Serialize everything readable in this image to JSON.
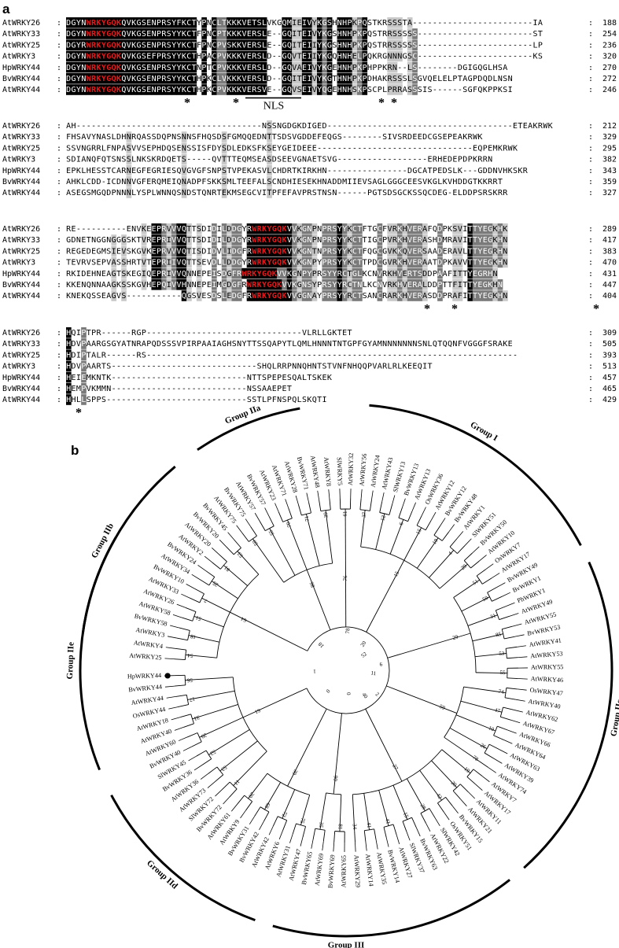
{
  "panel_a": {
    "label": "a",
    "residue_colors": {
      "strong": "#000000",
      "medium": "#7a7a7a",
      "light": "#c8c8c8",
      "motif": "#e5191b",
      "text": "#000000",
      "text_inverse": "#ffffff"
    },
    "blocks": [
      {
        "rows": [
          {
            "name": "AtWRKY26",
            "seq": "DGYNWRKYGQKQVKGSENPRSYFKCTYPNCLTKKKVETSLVKGQMIEIVYKGSHNHPKPQSTKRSSSTA------------------------IA",
            "end": "188"
          },
          {
            "name": "AtWRKY33",
            "seq": "DGYNWRKYGQKQVKGSENPRSYYKCTFPNCPTKKKVERSLE--GQITEIVYKGSHNHPKPQSTRRSSSSS-----------------------ST",
            "end": "254"
          },
          {
            "name": "AtWRKY25",
            "seq": "DGYRWRKYGQKQVKGSENPRSYYKCTFPNCPVSKKVERSLE--GQITEIIYKGSHNHPKPQSTRRSSSSS-----------------------LP",
            "end": "236"
          },
          {
            "name": "AtWRKY3",
            "seq": "DGYNWRKYGQKQVKGSEFPRSYYKCTHPACPVKKKVERSLD--GQVTEIIYKGQHNHELPQKRGNNNGSC-----------------------KS",
            "end": "320"
          },
          {
            "name": "HpWRKY44",
            "seq": "DGYNWRKYGQKQVKGSENPRSYYKCTNPTCPVKKKVERSLD--GQVAEIVYKGEHNHPKPHPPKRN--LS--------DGIGQGLHSA",
            "end": "270"
          },
          {
            "name": "BvWRKY44",
            "seq": "DGYNWRKYGQKQVKGSENPRSYYKCTHPKCLVKKKVERSLD--GQITEIVYKGTHNHPKPDHAKRSSSLSGVQELELPTAGPDQDLNSN",
            "end": "272"
          },
          {
            "name": "AtWRKY44",
            "seq": "DGYNWRKYGQKQVKGSENPRSYYKCTHPKCPVKKKVERSVE--GQVSEIVYQGEHNHSKPSCPLPRRASSSIS------SGFQKPPKSI",
            "end": "246"
          }
        ],
        "annotations": {
          "stars": [
            "*",
            "*",
            "*",
            "*"
          ],
          "nls": "NLS"
        }
      },
      {
        "rows": [
          {
            "name": "AtWRKY26",
            "seq": "AH-------------------------------------NSSNGDGKDIGED-------------------------------------ETEAKRWK",
            "end": "212"
          },
          {
            "name": "AtWRKY33",
            "seq": "FHSAVYNASLDHNRQASSDQPNSNNSFHQSDSFGMQQEDNTTSDSVGDDEFEQGS--------SIVSRDEEDCGSEPEAKRWK",
            "end": "329"
          },
          {
            "name": "AtWRKY25",
            "seq": "SSVNGRRLFNPASVVSEPHDQSENSSISFDYSDLEDKSFKSEYGEIDEEE-------------------------------EQPEMKRWK",
            "end": "295"
          },
          {
            "name": "AtWRKY3",
            "seq": "SDIANQFQTSNSSLNKSKRDQETS-----QVTTTEQMSEASDSEEVGNAETSVG------------------ERHEDEPDPKRRN",
            "end": "382"
          },
          {
            "name": "HpWRKY44",
            "seq": "EPKLHESSTCARNEGFEGRIESQVGVGFSNPSTVPEKASVLCHDRTKIRKHN----------------DGCATPEDSLK---GDDNVHKSKR",
            "end": "343"
          },
          {
            "name": "BvWRKY44",
            "seq": "AHKLCDD-ICDNNVGFERQMEIQNADPFSKKSMLTEEFALSCNDHIESEKHNADDMIIEVSAGLGGGCEESVKGLKVHDDGTKKRRT",
            "end": "359"
          },
          {
            "name": "AtWRKY44",
            "seq": "ASEGSMGQDPNNNLYSPLWNNQSNDSTQNRTEKMSEGCVITPFEFAVPRSTNSN------PGTSDSGCKSSQCDEG-ELDDPSRSKRR",
            "end": "327"
          }
        ]
      },
      {
        "rows": [
          {
            "name": "AtWRKY26",
            "seq": "RE----------ENVKEEPRVVVQTTSDIDILDDGYRWRKYGQKVVKGNPNPRSYYKCTFTGCFVRKHVERAFQDPKSVITTYEGKHK",
            "end": "289"
          },
          {
            "name": "AtWRKY33",
            "seq": "GDNETNGGNGGGSKTVREPRIVVQTTSDIDILDDGYRWRKYGQKVVKGNPNPRSYYKCTTIGCPVRKHVERASHDMRAVITTYEGKHN",
            "end": "417"
          },
          {
            "name": "AtWRKY25",
            "seq": "REGEDEGMSIEVSKGVKEPRVVVQTISDIDVLIDGFRWRKYGQKVVKGNTNPRSYYKCTFQGCGVKKQVERSAADERAVLTTYEGRHN",
            "end": "383"
          },
          {
            "name": "AtWRKY3",
            "seq": "TEVRVSEPVASSHRTVTEPRIIVQTTSEVDLLDDGYRWRKYGQKVVKGNPYPRSYYKCTTPDCGVRKHVERAATDPKAVVTTYEGKHN",
            "end": "470"
          },
          {
            "name": "HpWRKY44",
            "seq": "RKIDEHNEAGTSKEGIQEPRIVVQNNEPEISDGFRWRKYGQKVVKGNPYPRSYYRCTGLKCNVRKHVERTSDDPAAFITTYEGRHN",
            "end": "431"
          },
          {
            "name": "BvWRKY44",
            "seq": "KKENQNNAAGKSSKGVHEPQIVVHNNEPEIMGDGFRWRKYGQKVVKGNSYPRSYYRCTNLKCNVRKHVERALDDPTTFITTYEGKHN",
            "end": "447"
          },
          {
            "name": "AtWRKY44",
            "seq": "KNEKQSSEAGVS-----------QGSVESDSLEDGFRWRKYGQKVVGGNAYPRSYYRCTSANCRARKHVERASDDPRAFITTYEGKHN",
            "end": "404"
          }
        ],
        "annotations": {
          "stars": [
            "*",
            "*",
            "*"
          ]
        }
      },
      {
        "rows": [
          {
            "name": "AtWRKY26",
            "seq": "HQIPTPR------RGP-------------------------------VLRLLGKTET",
            "end": "309"
          },
          {
            "name": "AtWRKY33",
            "seq": "HDVPAARGSGYATNRAPQDSSSVPIRPAAIAGHSNYTTSSQAPYTLQMLHNNNTNTGPFGYAMNNNNNNNSNLQTQQNFVGGGFSRAKE",
            "end": "505"
          },
          {
            "name": "AtWRKY25",
            "seq": "HDIPTALR------RS--------------------------------------------------------------------------",
            "end": "393"
          },
          {
            "name": "AtWRKY3",
            "seq": "HDVPAARTS-----------------------------SHQLRRPNNQHNTSTVNFNHQQPVARLRLKEEQIT",
            "end": "513"
          },
          {
            "name": "HpWRKY44",
            "seq": "HEIEMKNTK---------------------------NTTSPEPESQALTSKEK",
            "end": "457"
          },
          {
            "name": "BvWRKY44",
            "seq": "HEMPVKMMN---------------------------NSSAAEPET",
            "end": "465"
          },
          {
            "name": "AtWRKY44",
            "seq": "HHLLSPPS----------------------------SSTLPFNSPQLSKQTI",
            "end": "429"
          }
        ],
        "annotations": {
          "stars": [
            "*"
          ]
        }
      }
    ]
  },
  "panel_b": {
    "label": "b",
    "groups": [
      "Group I",
      "Group IIa",
      "Group IIb",
      "Group IIc",
      "Group IId",
      "Group IIe",
      "Group III"
    ],
    "highlight_leaf": "HpWRKY44",
    "leaves": [
      "AtWRKY25",
      "AtWRKY4",
      "AtWRKY3",
      "BvWRKY58",
      "AtWRKY58",
      "AtWRKY26",
      "AtWRKY33",
      "BvWRKY10",
      "AtWRKY34",
      "BvWRKY24",
      "AtWRKY2",
      "AtWRKY20",
      "BvWRKY20",
      "BvWRKY45",
      "AtWRKY75",
      "BvWRKY75",
      "AtWRKY57",
      "BvWRKY57",
      "AtWRKY23",
      "AtWRKY71",
      "AtWRKY28",
      "BvWRKY71",
      "AtWRKY48",
      "AtWRKY8",
      "SlWRKY5",
      "AtWRKY32",
      "AtWRKY56",
      "AtWRKY24",
      "AtWRKY43",
      "SlWRKY13",
      "BvWRKY13",
      "AtWRKY13",
      "OsWRKY36",
      "AtWRKY12",
      "BvWRKY12",
      "BvWRKY48",
      "AtWRKY1",
      "SlWRKY51",
      "BvWRKY50",
      "AtWRKY10",
      "OsWRKY7",
      "AtWRKY17",
      "BvWRKY49",
      "BvWRKY1",
      "PhWRKY1",
      "AtWRKY49",
      "AtWRKY55",
      "BvWRKY53",
      "AtWRKY41",
      "AtWRKY53",
      "AtWRKY55b",
      "AtWRKY46",
      "OsWRKY47",
      "AtWRKY40",
      "AtWRKY62",
      "AtWRKY67",
      "AtWRKY66",
      "AtWRKY64",
      "AtWRKY63",
      "AtWRKY39",
      "AtWRKY74",
      "AtWRKY7",
      "AtWRKY17b",
      "AtWRKY11",
      "AtWRKY21",
      "BvWRKY15",
      "OsWRKY51",
      "SlWRKY42",
      "AtWRKY22",
      "BvWRKY63",
      "SlWRKY37",
      "AtWRKY27",
      "BvWRKY14",
      "AtWRKY35",
      "AtWRKY14",
      "AtWRKY29",
      "AtWRKY65",
      "BvWRKY69",
      "AtWRKY69",
      "BvWRKY65",
      "AtWRKY47",
      "AtWRKY31",
      "AtWRKY6",
      "AtWRKY42",
      "BvWRKY42",
      "BvWRKY31",
      "AtWRKY9",
      "AtWRKY61",
      "BvWRKY72",
      "SlWRKY72",
      "AtWRKY73",
      "AtWRKY36",
      "BvWRKY36",
      "SlWRKY45",
      "BvWRKY40",
      "AtWRKY60",
      "AtWRKY40b",
      "AtWRKY18",
      "OsWRKY44",
      "AtWRKY44",
      "BvWRKY44",
      "HpWRKY44"
    ],
    "support_values": [
      "54",
      "18",
      "51",
      "7",
      "25",
      "81",
      "53",
      "50",
      "55",
      "70",
      "71",
      "39",
      "61",
      "37",
      "12",
      "6",
      "15",
      "19",
      "4",
      "29",
      "51",
      "50",
      "31",
      "85",
      "53",
      "55",
      "74",
      "47",
      "10",
      "26",
      "78",
      "19",
      "20",
      "42",
      "28",
      "15",
      "41",
      "41",
      "34",
      "81",
      "35",
      "75",
      "72",
      "68",
      "20",
      "11",
      "53",
      "52",
      "29",
      "33",
      "17",
      "56",
      "64",
      "86",
      "76",
      "15",
      "29",
      "59",
      "27",
      "90",
      "39",
      "61",
      "20",
      "6",
      "2",
      "0",
      "0",
      "1",
      "18",
      "78",
      "52",
      "11",
      "40"
    ]
  }
}
